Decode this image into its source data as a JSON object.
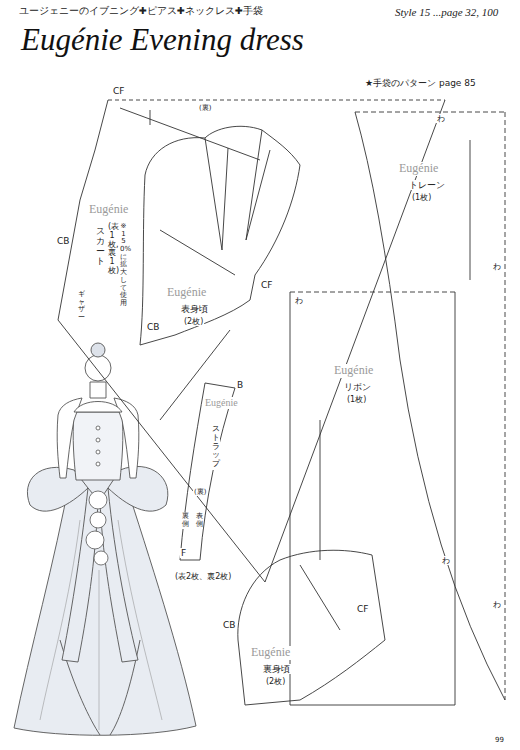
{
  "diagram": {
    "title": "Eugénie Evening dress",
    "nodes": [
      {
        "text": [
          "CF",
          "CB",
          "Eugénie",
          "スカート",
          "(表1枚, 裏1枚)",
          "※150%に拡大して使用",
          "(裏)",
          "ギャザー"
        ]
      },
      {
        "text": [
          "Eugénie",
          "表身頃",
          "(2枚)",
          "CB",
          "CF"
        ]
      },
      {
        "text": [
          "Eugénie",
          "トレーン",
          "(1枚)",
          "わ",
          "わ",
          "わ"
        ]
      },
      {
        "text": [
          "Eugénie",
          "リボン",
          "(1枚)",
          "わ",
          "わ"
        ]
      },
      {
        "text": [
          "B",
          "Eugénie",
          "ストラップ",
          "(裏)",
          "裏側",
          "表側",
          "F",
          "(表2枚、裏2枚)"
        ]
      },
      {
        "text": [
          "CB",
          "Eugénie",
          "裏身頃",
          "(2枚)",
          "CF"
        ]
      }
    ],
    "labels": [
      "ユージェニーのイブニング✚ピアス✚ネックレス✚手袋",
      "Style 15 ...page 32, 100",
      "★手袋のパターン page 85",
      "99"
    ]
  }
}
